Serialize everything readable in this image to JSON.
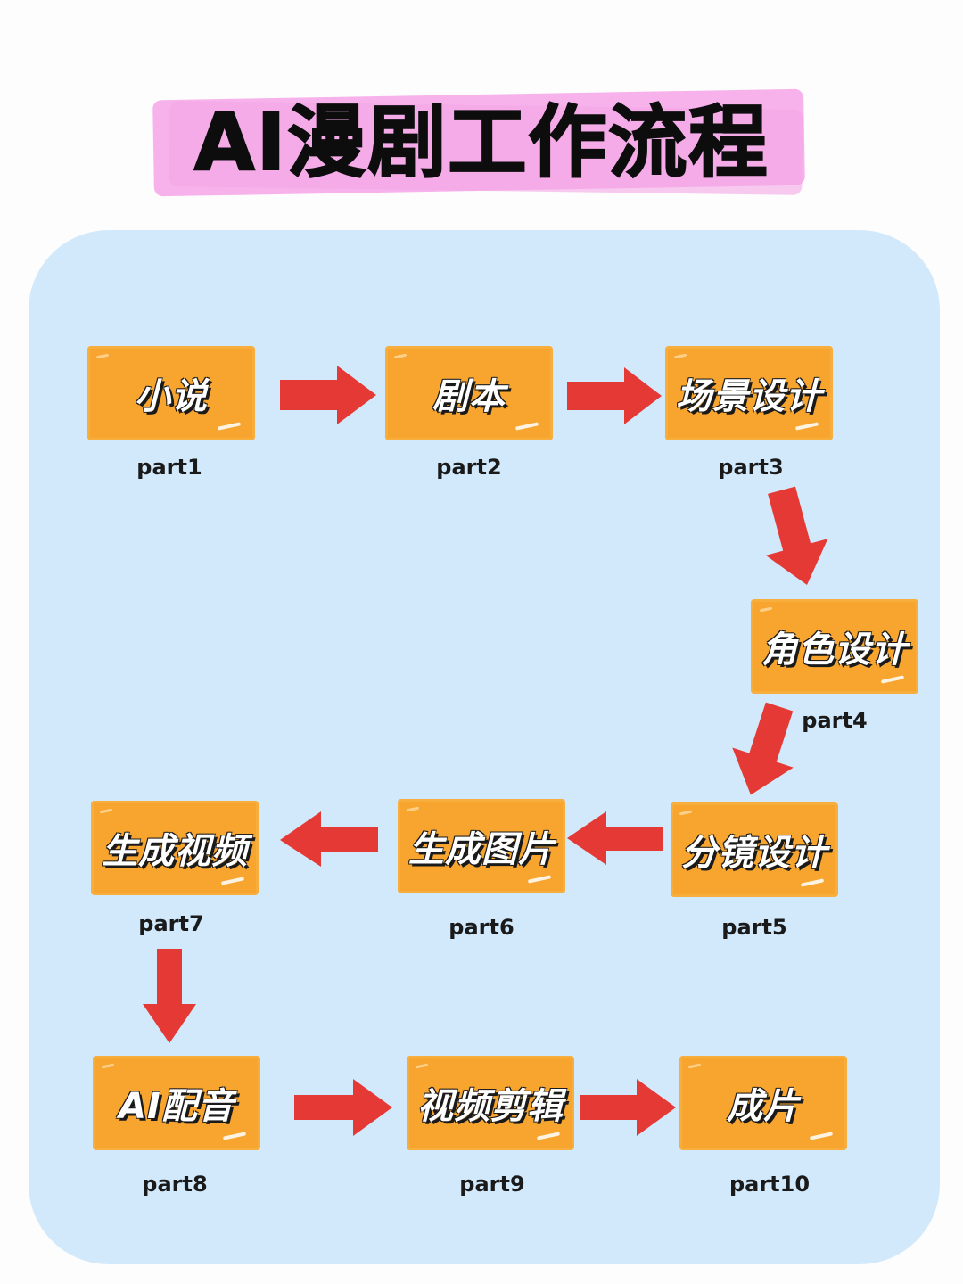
{
  "title": "AI漫剧工作流程",
  "colors": {
    "node_fill": "#f7a52f",
    "arrow": "#e53935",
    "panel": "#d2e9fb",
    "title_highlight": "#f7b2ec"
  },
  "nodes": [
    {
      "label": "小说",
      "part": "part1"
    },
    {
      "label": "剧本",
      "part": "part2"
    },
    {
      "label": "场景设计",
      "part": "part3"
    },
    {
      "label": "角色设计",
      "part": "part4"
    },
    {
      "label": "分镜设计",
      "part": "part5"
    },
    {
      "label": "生成图片",
      "part": "part6"
    },
    {
      "label": "生成视频",
      "part": "part7"
    },
    {
      "label": "AI配音",
      "part": "part8"
    },
    {
      "label": "视频剪辑",
      "part": "part9"
    },
    {
      "label": "成片",
      "part": "part10"
    }
  ],
  "edges": [
    {
      "from": "小说",
      "to": "剧本"
    },
    {
      "from": "剧本",
      "to": "场景设计"
    },
    {
      "from": "场景设计",
      "to": "角色设计"
    },
    {
      "from": "角色设计",
      "to": "分镜设计"
    },
    {
      "from": "分镜设计",
      "to": "生成图片"
    },
    {
      "from": "生成图片",
      "to": "生成视频"
    },
    {
      "from": "生成视频",
      "to": "AI配音"
    },
    {
      "from": "AI配音",
      "to": "视频剪辑"
    },
    {
      "from": "视频剪辑",
      "to": "成片"
    }
  ]
}
